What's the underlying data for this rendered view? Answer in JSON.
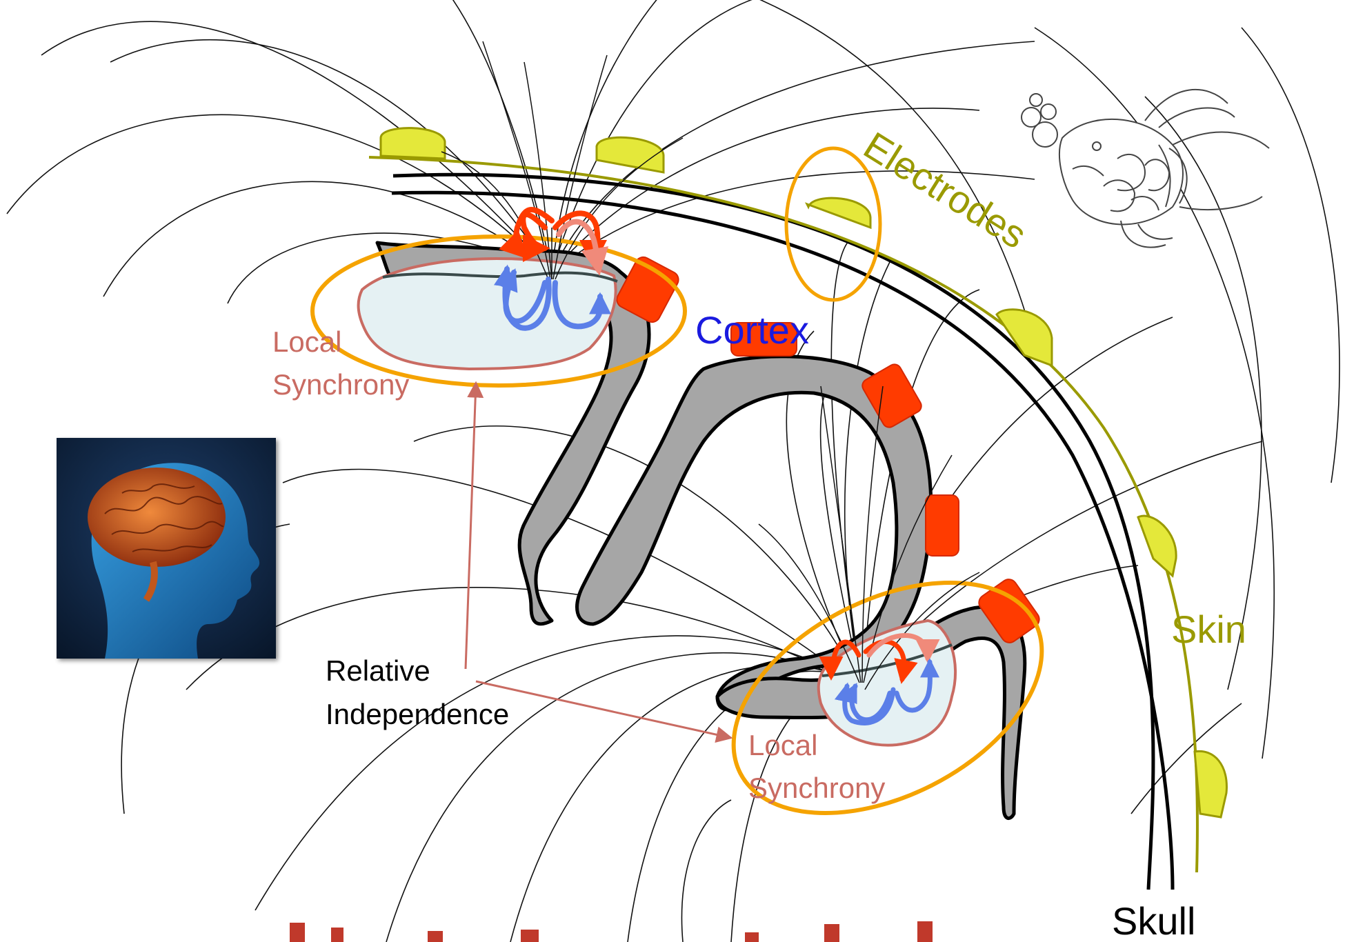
{
  "labels": {
    "electrodes": "Electrodes",
    "cortex": "Cortex",
    "skin": "Skin",
    "skull": "Skull",
    "local_synchrony_1": [
      "Local",
      "Synchrony"
    ],
    "local_synchrony_2": [
      "Local",
      "Synchrony"
    ],
    "relative_independence": [
      "Relative",
      "Independence"
    ]
  },
  "colors": {
    "skin_olive": "#9a9a00",
    "electrode_yellow": "#e4e83a",
    "orange_ellipse": "#f5a300",
    "local_sync_text": "#c96b62",
    "cortex_blue": "#1a1adf",
    "red_patch": "#ff3b00",
    "blue_arrow": "#5b7fe8",
    "cortex_gray": "#a6a6a6",
    "bottom_title": "#c0392b"
  },
  "icons": {
    "fish": "fish-drawing-icon",
    "head": "human-head-brain-icon"
  }
}
